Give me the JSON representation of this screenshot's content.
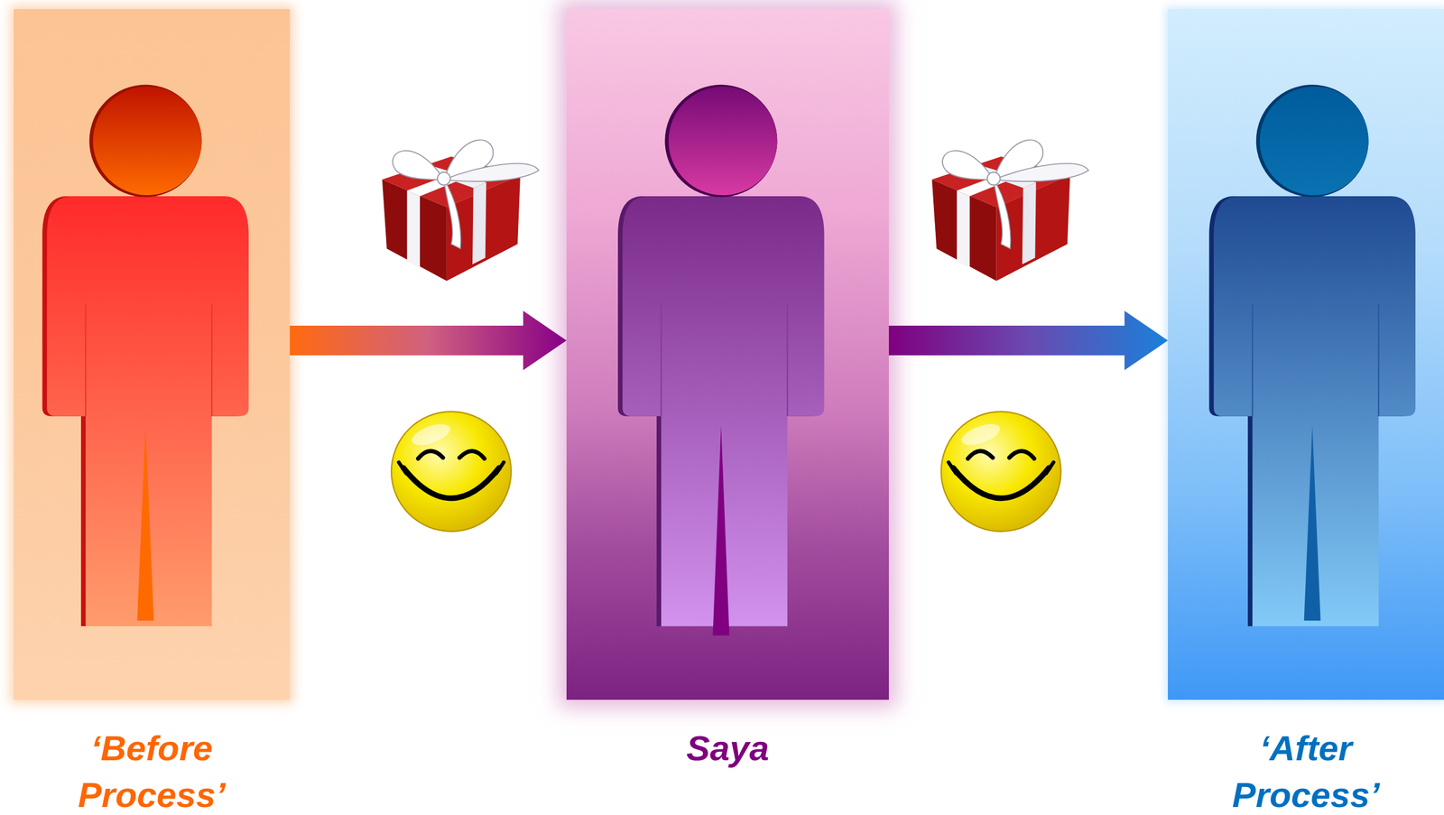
{
  "diagram": {
    "nodes": [
      {
        "text": [
          "‘Before Process’"
        ]
      },
      {
        "text": [
          "Saya"
        ]
      },
      {
        "text": [
          "‘After Process’"
        ]
      }
    ],
    "edges": [
      {
        "from": 0,
        "to": 1,
        "arrow": "to"
      },
      {
        "from": 1,
        "to": 2,
        "arrow": "to"
      }
    ]
  }
}
